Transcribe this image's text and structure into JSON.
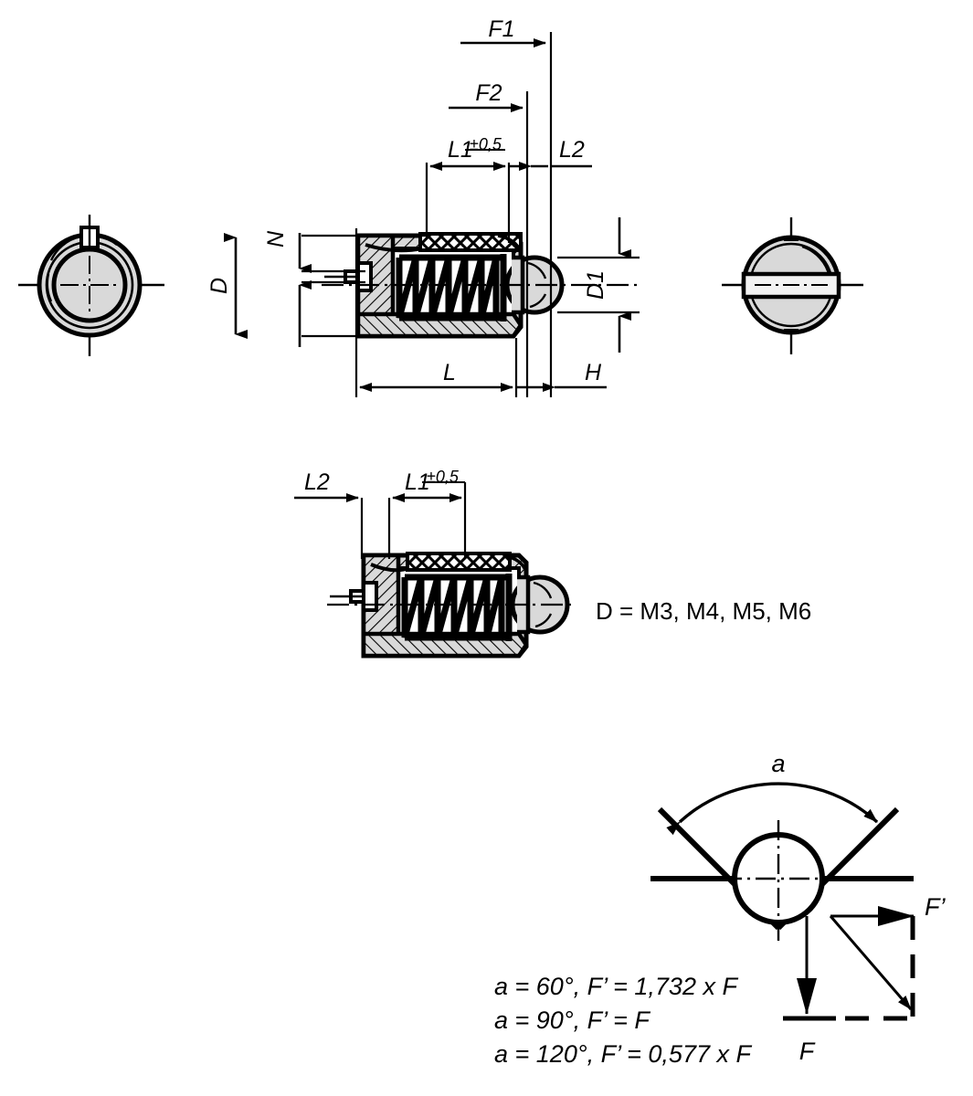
{
  "drawing": {
    "title": "Spring plunger with ball, slotted, cross-section technical drawing",
    "thread_note": "D = M3, M4, M5, M6",
    "labels": {
      "F1": "F1",
      "F2": "F2",
      "L1": "L1",
      "L1_tolerance": "±0,5",
      "L2": "L2",
      "L": "L",
      "H": "H",
      "D": "D",
      "D1": "D1",
      "N": "N",
      "alpha": "a",
      "force_F": "F",
      "force_F_prime": "F’"
    },
    "views": {
      "left_end_view": "threaded-end-view",
      "main_section_view": "main-cross-section-view",
      "right_end_view": "slotted-ball-end-view",
      "second_section_view": "retracted-cross-section-view",
      "force_diagram": "v-groove-force-diagram"
    },
    "formulas": [
      "a = 60°, F’ = 1,732 x F",
      "a = 90°, F’ = F",
      "a = 120°, F’ = 0,577 x F"
    ],
    "colors": {
      "line": "#000000",
      "fill_metal": "#d9d9d9",
      "background": "#ffffff"
    }
  }
}
